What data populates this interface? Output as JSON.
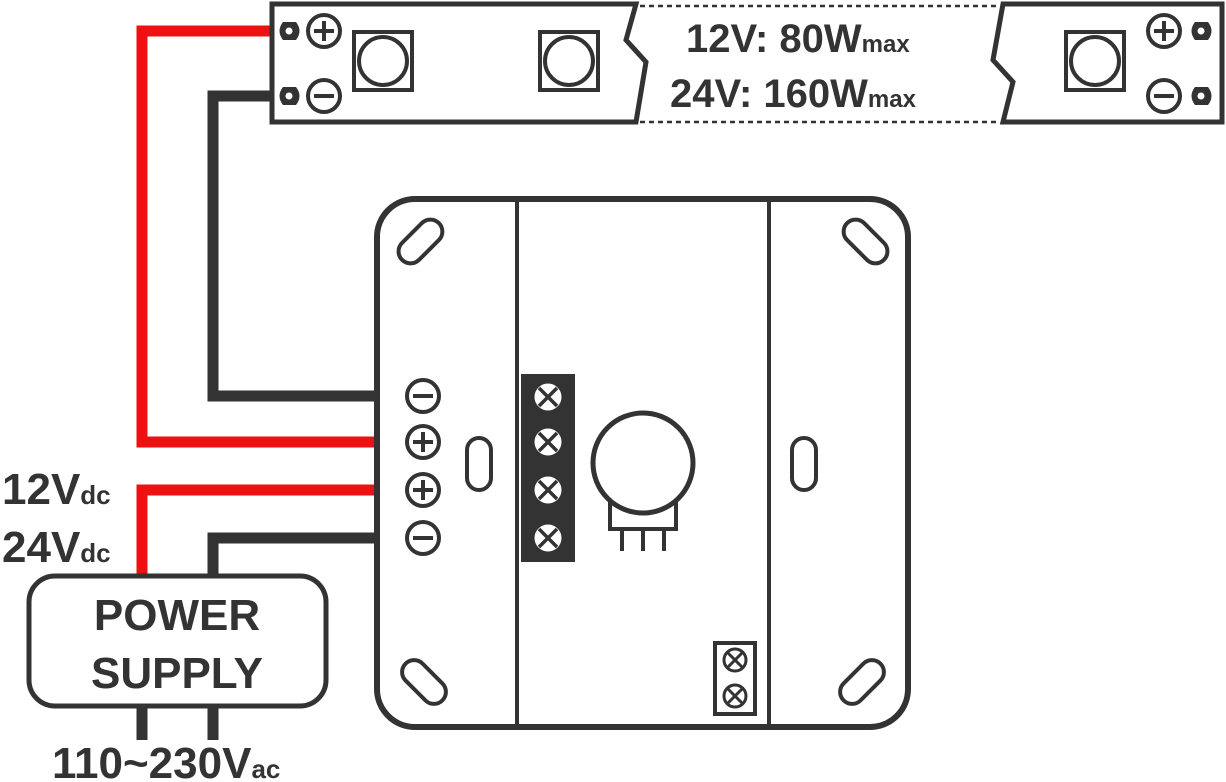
{
  "colors": {
    "outline": "#333333",
    "positive_wire": "#ee1111",
    "negative_wire": "#333333",
    "background": "#ffffff"
  },
  "led_strip": {
    "rating_12v": "12V: 80W",
    "rating_12v_sub": "max",
    "rating_24v": "24V: 160W",
    "rating_24v_sub": "max",
    "plus_symbol": "+",
    "minus_symbol": "−"
  },
  "power_supply": {
    "line1": "POWER",
    "line2": "SUPPLY",
    "output_12v": "12V",
    "output_12v_sub": "dc",
    "output_24v": "24V",
    "output_24v_sub": "dc",
    "input": "110~230V",
    "input_sub": "ac"
  },
  "dimmer": {
    "terminal_symbols": [
      "−",
      "+",
      "+",
      "−"
    ]
  }
}
